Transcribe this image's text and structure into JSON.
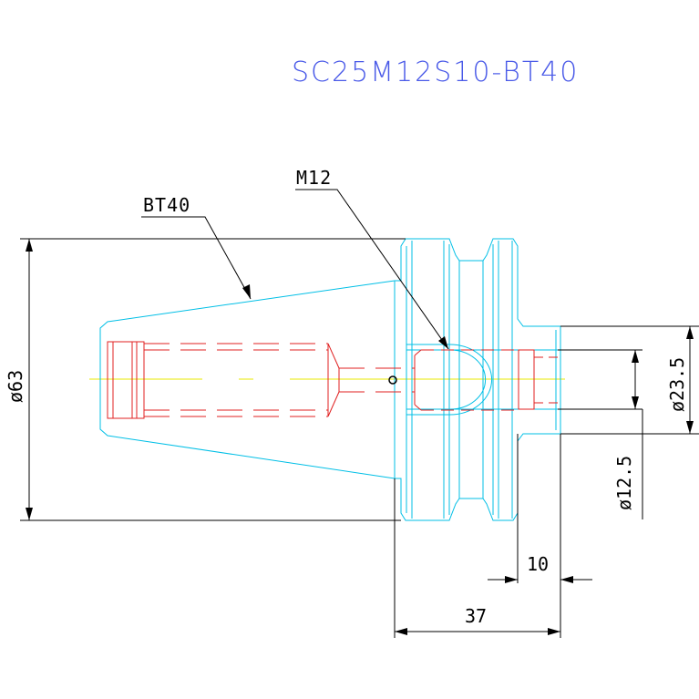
{
  "title": "SC25M12S10-BT40",
  "labels": {
    "taper": "BT40",
    "thread": "M12"
  },
  "dimensions": {
    "flange_diameter": "ø63",
    "body_diameter": "ø23.5",
    "bore_diameter": "ø12.5",
    "nose_length": "10",
    "overall_length": "37"
  },
  "colors": {
    "outline": "#00bfe6",
    "hidden": "#e02020",
    "centerline": "#e8e800",
    "dimension": "#000000",
    "title": "#4a5ae8"
  }
}
